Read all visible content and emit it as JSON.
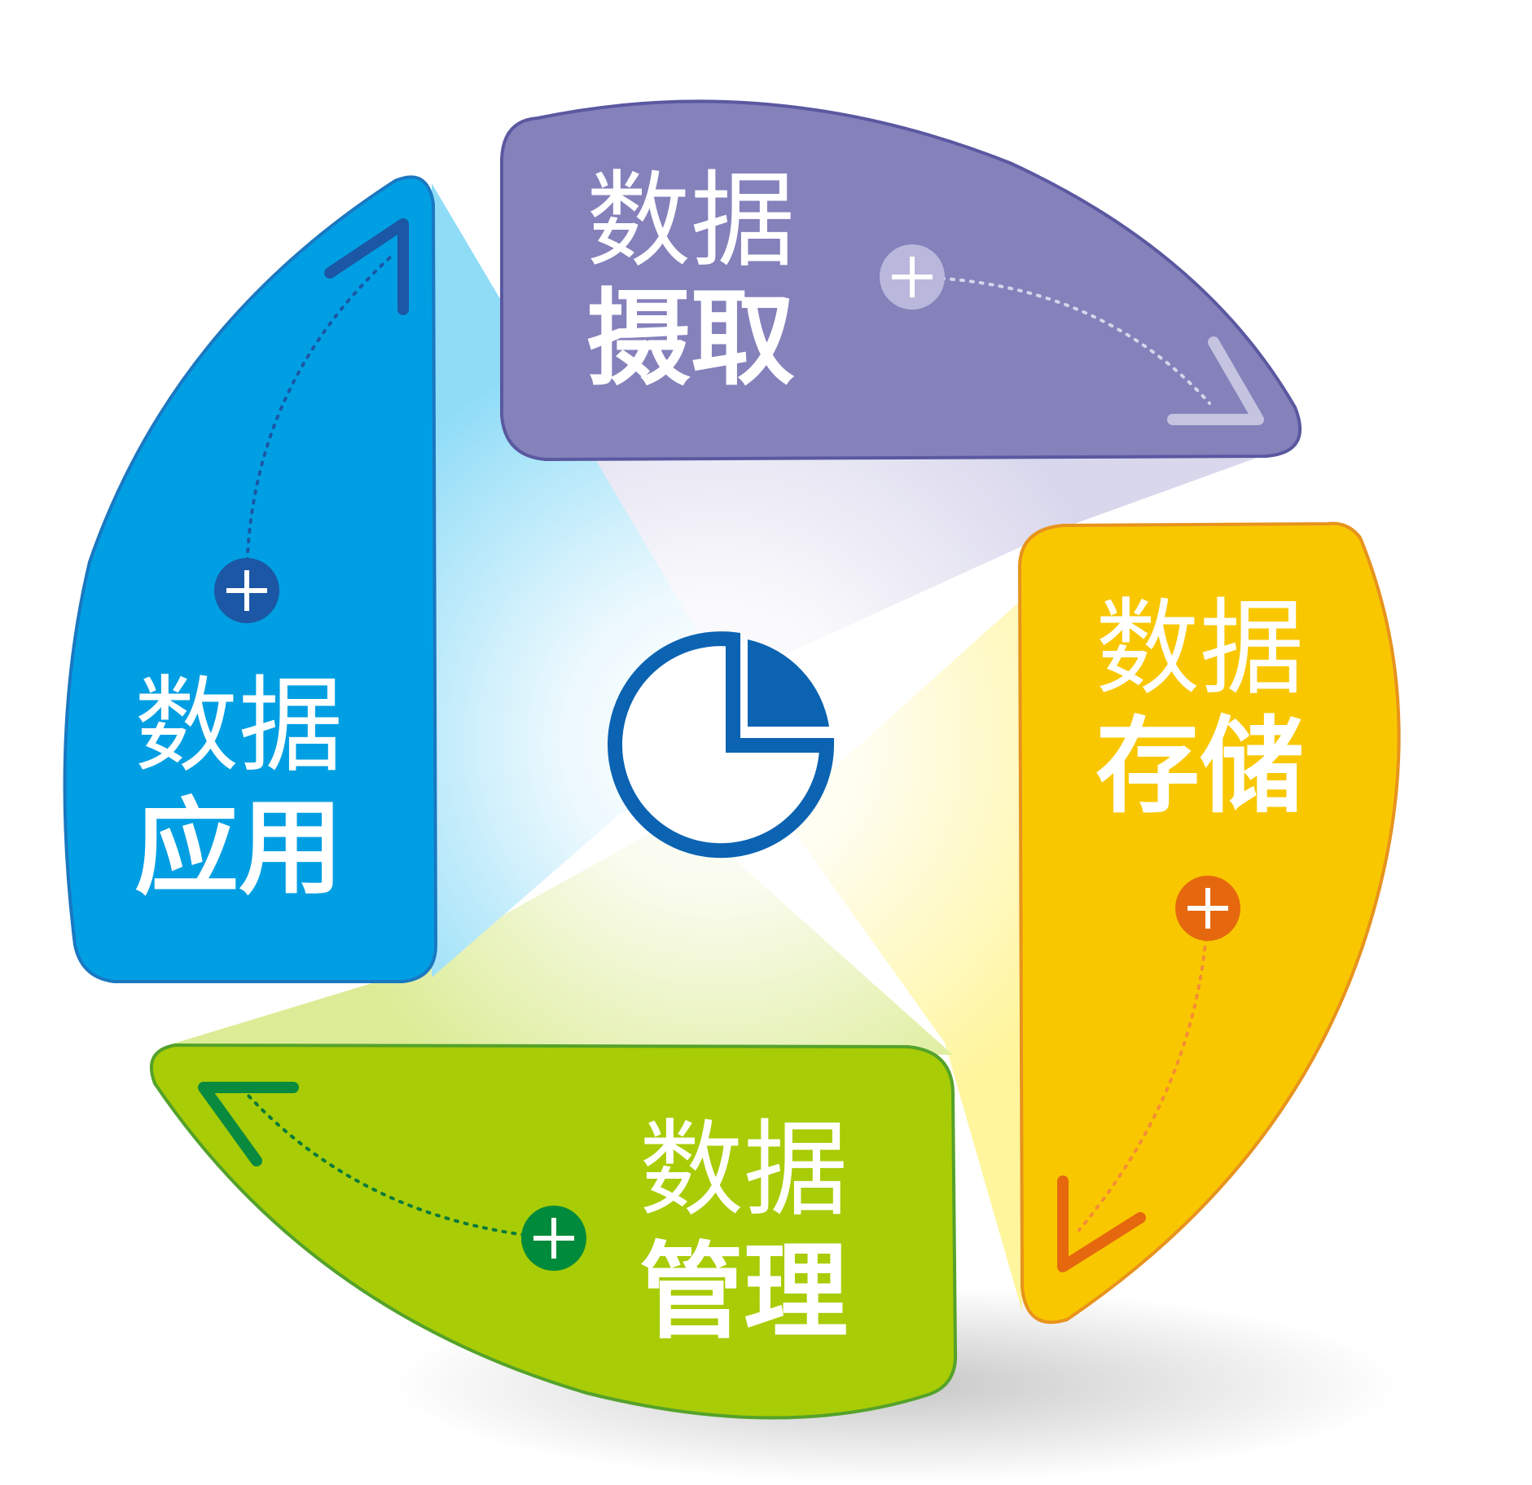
{
  "diagram": {
    "segments": [
      {
        "id": "ingest",
        "line1": "数据",
        "line2": "摄取",
        "color": "#8481bb",
        "accent": "#b9b8dc",
        "ray": "#d9d7ec"
      },
      {
        "id": "storage",
        "line1": "数据",
        "line2": "存储",
        "color": "#f9c700",
        "accent": "#e5680f",
        "ray": "#fff59d"
      },
      {
        "id": "manage",
        "line1": "数据",
        "line2": "管理",
        "color": "#a8cc05",
        "accent": "#008a3b",
        "ray": "#dcec96"
      },
      {
        "id": "apply",
        "line1": "数据",
        "line2": "应用",
        "color": "#009fe3",
        "accent": "#1b57a4",
        "ray": "#8fdcf7"
      }
    ],
    "center_icon": "pie-chart-icon",
    "plus_icon": "plus-circle-icon",
    "center_color": "#0b63b2"
  }
}
